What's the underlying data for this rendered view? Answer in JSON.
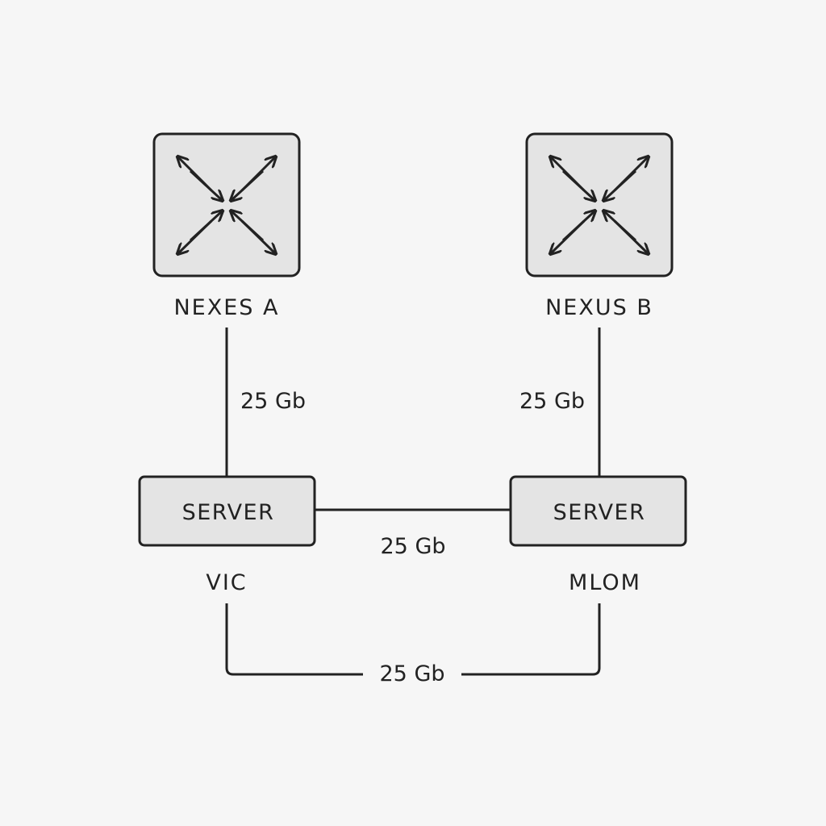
{
  "switches": {
    "a": {
      "label": "NEXES A"
    },
    "b": {
      "label": "NEXUS B"
    }
  },
  "servers": {
    "left": {
      "label": "SERVER",
      "port_label": "VIC"
    },
    "right": {
      "label": "SERVER",
      "port_label": "MLOM"
    }
  },
  "links": {
    "a_to_left": {
      "label": "25 Gb"
    },
    "b_to_right": {
      "label": "25 Gb"
    },
    "server_to_server": {
      "label": "25 Gb"
    },
    "vic_to_mlom": {
      "label": "25 Gb"
    }
  },
  "colors": {
    "background": "#f6f6f6",
    "stroke": "#222222",
    "box_fill": "#e4e4e4"
  }
}
